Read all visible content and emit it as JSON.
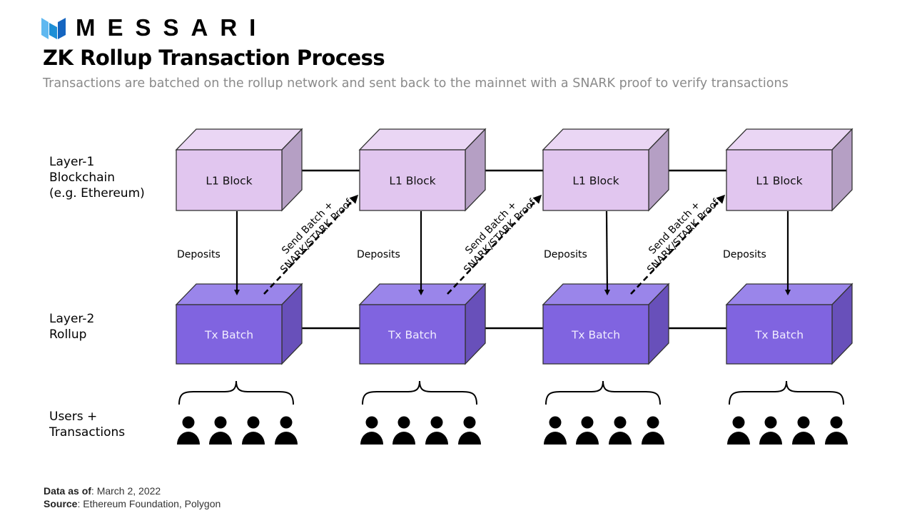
{
  "brand": {
    "name": "MESSARI",
    "logo_colors": [
      "#5fb8f0",
      "#1e8fd6",
      "#1565c0"
    ]
  },
  "header": {
    "title": "ZK Rollup Transaction Process",
    "subtitle": "Transactions are batched on the rollup network and sent back to the mainnet with a SNARK proof to verify transactions"
  },
  "rows": {
    "layer1": [
      "Layer-1",
      "Blockchain",
      "(e.g. Ethereum)"
    ],
    "layer2": [
      "Layer-2",
      "Rollup"
    ],
    "users": [
      "Users +",
      "Transactions"
    ]
  },
  "columns": [
    {
      "l1": "L1 Block",
      "l2": "Tx Batch",
      "deposit": "Deposits",
      "proof": [
        "Send Batch +",
        "SNARK/STARK Proof"
      ]
    },
    {
      "l1": "L1 Block",
      "l2": "Tx Batch",
      "deposit": "Deposits",
      "proof": [
        "Send Batch +",
        "SNARK/STARK Proof"
      ]
    },
    {
      "l1": "L1 Block",
      "l2": "Tx Batch",
      "deposit": "Deposits",
      "proof": [
        "Send Batch +",
        "SNARK/STARK Proof"
      ]
    },
    {
      "l1": "L1 Block",
      "l2": "Tx Batch",
      "deposit": "Deposits"
    }
  ],
  "colors": {
    "l1_front": "#e1c6ef",
    "l1_top": "#ead6f4",
    "l1_side": "#b59fc4",
    "l2_front": "#8064e0",
    "l2_top": "#9a85ea",
    "l2_side": "#6850ba",
    "l2_text": "#f0ecff"
  },
  "footer": {
    "data_as_of_label": "Data as of",
    "data_as_of_value": ": March 2, 2022",
    "source_label": "Source",
    "source_value": ": Ethereum Foundation, Polygon"
  }
}
